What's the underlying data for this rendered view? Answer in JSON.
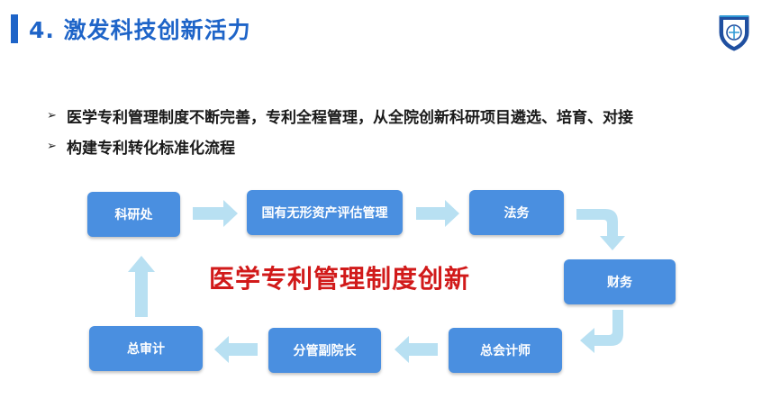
{
  "header": {
    "title": "4. 激发科技创新活力",
    "accent_color": "#1e64c8",
    "logo_icon": "university-shield-logo"
  },
  "bullets": [
    "医学专利管理制度不断完善，专利全程管理，从全院创新科研项目遴选、培育、对接",
    "构建专利转化标准化流程"
  ],
  "bullet_marker": "➢",
  "flow": {
    "center_label": "医学专利管理制度创新",
    "center_color": "#d11a1a",
    "box_color": "#4a8fe0",
    "arrow_color": "#b8e0f2",
    "steps": [
      "科研处",
      "国有无形资产评估管理",
      "法务",
      "财务",
      "总会计师",
      "分管副院长",
      "总审计"
    ]
  }
}
